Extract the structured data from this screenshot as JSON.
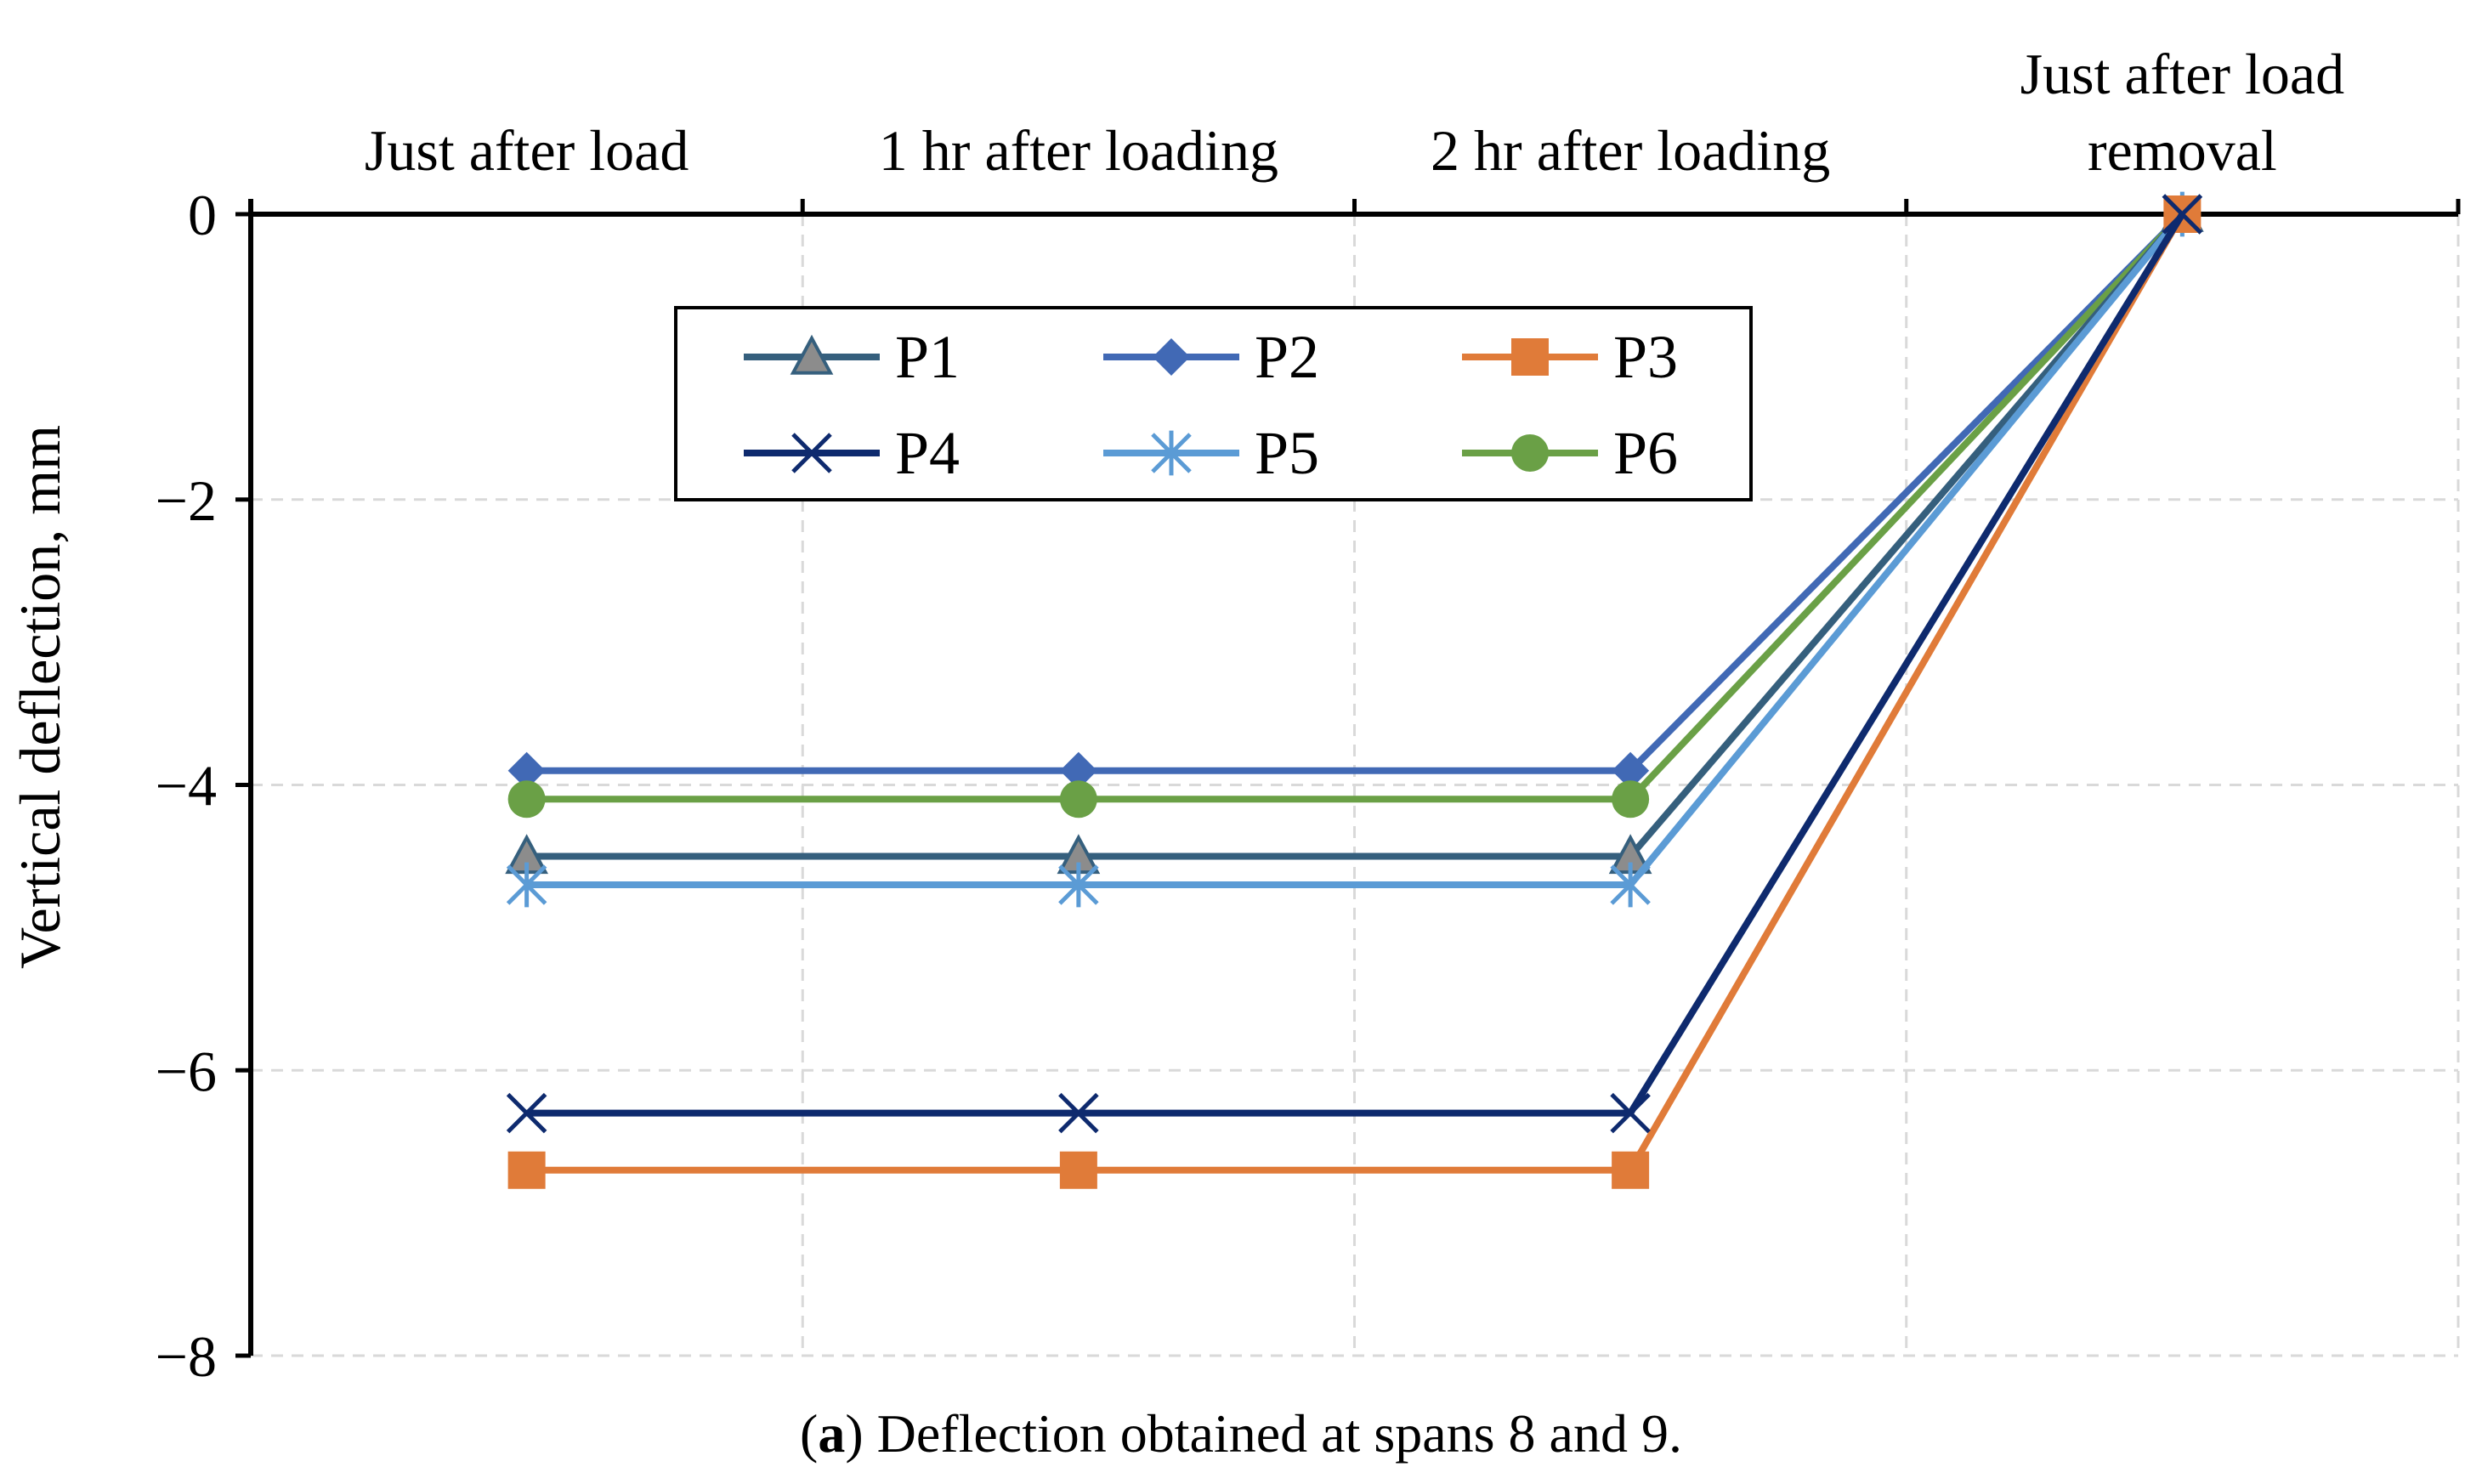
{
  "chart_data": {
    "type": "line",
    "ylabel": "Vertical deflection, mm",
    "ylim": [
      -8,
      0
    ],
    "yticks": [
      0,
      -2,
      -4,
      -6,
      -8
    ],
    "ytick_labels": [
      "0",
      "−2",
      "−4",
      "−6",
      "−8"
    ],
    "categories": [
      [
        "Just after load"
      ],
      [
        "1 hr after loading"
      ],
      [
        "2 hr after loading"
      ],
      [
        "Just after load",
        "removal"
      ]
    ],
    "x_axis_position": "top",
    "grid": true,
    "legend_position": "upper-left inside",
    "series": [
      {
        "name": "P1",
        "values": [
          -4.5,
          -4.5,
          -4.5,
          0
        ],
        "color": "#355f7d",
        "marker": "triangle"
      },
      {
        "name": "P2",
        "values": [
          -3.9,
          -3.9,
          -3.9,
          0
        ],
        "color": "#4169b5",
        "marker": "diamond"
      },
      {
        "name": "P3",
        "values": [
          -6.7,
          -6.7,
          -6.7,
          0
        ],
        "color": "#e07b39",
        "marker": "square"
      },
      {
        "name": "P4",
        "values": [
          -6.3,
          -6.3,
          -6.3,
          0
        ],
        "color": "#0e2a6e",
        "marker": "x"
      },
      {
        "name": "P5",
        "values": [
          -4.7,
          -4.7,
          -4.7,
          0
        ],
        "color": "#5b9bd5",
        "marker": "asterisk"
      },
      {
        "name": "P6",
        "values": [
          -4.1,
          -4.1,
          -4.1,
          0
        ],
        "color": "#6aa046",
        "marker": "circle"
      }
    ]
  },
  "caption": {
    "label": "a",
    "text": "Deflection obtained at spans 8 and 9."
  }
}
